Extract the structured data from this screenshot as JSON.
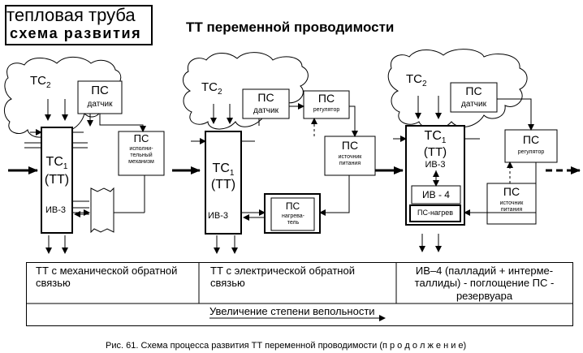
{
  "title_box": {
    "line1": "тепловая труба",
    "line2": "схема развития"
  },
  "main_title": "ТТ переменной проводимости",
  "stage1": {
    "tc2": "ТС",
    "tc2_sub": "2",
    "ps_label": "ПС",
    "sensor_label": "датчик",
    "actuator_ps": "ПС",
    "actuator_label": "исполни-тельный механизм",
    "tc1": "ТС",
    "tc1_sub": "1",
    "tt": "(ТТ)",
    "iv3": "ИВ-3"
  },
  "stage2": {
    "tc2": "ТС",
    "tc2_sub": "2",
    "sensor_ps": "ПС",
    "sensor_label": "датчик",
    "regulator_ps": "ПС",
    "regulator_label": "регулятор",
    "power_ps": "ПС",
    "power_label": "источник питания",
    "tc1": "ТС",
    "tc1_sub": "1",
    "tt": "(ТТ)",
    "iv3": "ИВ-3",
    "heater_ps": "ПС",
    "heater_label": "нагрева-тель"
  },
  "stage3": {
    "tc2": "ТС",
    "tc2_sub": "2",
    "sensor_ps": "ПС",
    "sensor_label": "датчик",
    "regulator_ps": "ПС",
    "regulator_label": "регулятор",
    "power_ps": "ПС",
    "power_label": "источник питания",
    "tc1": "ТС",
    "tc1_sub": "1",
    "tt": "(ТТ)",
    "iv3": "ИВ-3",
    "iv4": "ИВ - 4",
    "heater": "ПС-нагрев"
  },
  "table": {
    "col1": "ТТ с механической обратной связью",
    "col2": "ТТ с электрической обратной связью",
    "col3": "ИВ–4 (палладий + интерме-таллиды) - поглощение ПС - резервуара",
    "footer": "Увеличение степени вепольности"
  },
  "caption": "Рис. 61. Схема процесса развития ТТ переменной проводимости (п р о д о л ж е н и е)"
}
